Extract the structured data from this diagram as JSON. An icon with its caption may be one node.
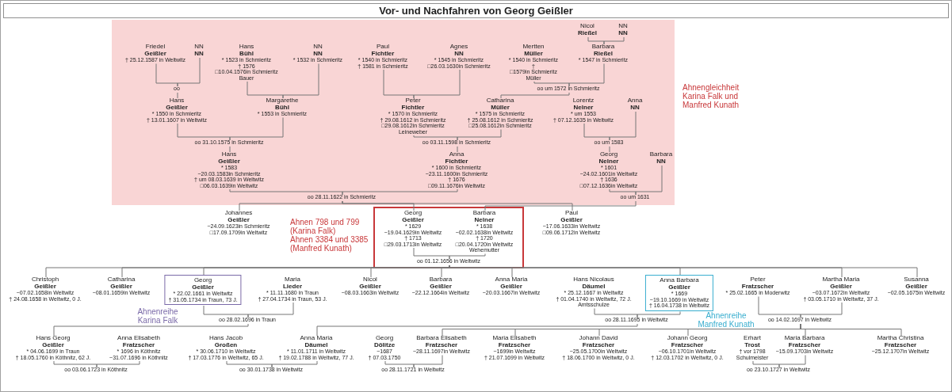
{
  "diagram": {
    "title": "Vor- und Nachfahren von Georg Geißler",
    "nodes": [
      {
        "text": [
          "Ahnengleichheit Karina Falk und Manfred Kunath"
        ]
      },
      {
        "text": [
          "Nicol",
          "Rießel"
        ],
        "in": 0
      },
      {
        "text": [
          "NN",
          "NN"
        ],
        "in": 0
      },
      {
        "text": [
          "Friedel",
          "Geißler",
          "† 25.12.1587 in Weltwitz"
        ],
        "in": 0
      },
      {
        "text": [
          "NN",
          "NN"
        ],
        "in": 0
      },
      {
        "text": [
          "Hans",
          "Bühl",
          "* 1523 in Schmieritz",
          "† 1576",
          "□10.04.1576in Schmieritz",
          "Bauer"
        ],
        "in": 0
      },
      {
        "text": [
          "NN",
          "NN",
          "* 1532 in Schmieritz"
        ],
        "in": 0
      },
      {
        "text": [
          "Paul",
          "Fichtler",
          "* 1540 in Schmieritz",
          "† 1581 in Schmieritz"
        ],
        "in": 0
      },
      {
        "text": [
          "Agnes",
          "NN",
          "* 1545 in Schmieritz",
          "□26.03.1630in Schmieritz"
        ],
        "in": 0
      },
      {
        "text": [
          "Mertten",
          "Müller",
          "* 1540 in Schmieritz",
          "†",
          "□1579in Schmieritz",
          "Müller"
        ],
        "in": 0
      },
      {
        "text": [
          "Barbara",
          "Rießel",
          "* 1547 in Schmieritz"
        ],
        "in": 0
      },
      {
        "text": [
          "oo"
        ],
        "in": 0
      },
      {
        "text": [
          "Hans",
          "Geißler",
          "* 1550 in Schmieritz",
          "† 13.01.1607 in Weltwitz"
        ],
        "in": 0
      },
      {
        "text": [
          "Margarethe",
          "Bühl",
          "* 1553 in Schmieritz"
        ],
        "in": 0
      },
      {
        "text": [
          "Peter",
          "Fichtler",
          "* 1570 in Schmieritz",
          "† 29.08.1612 in Schmieritz",
          "□29.08.1612in Schmieritz",
          "Leineweber"
        ],
        "in": 0
      },
      {
        "text": [
          "oo um 1572 in Schmieritz"
        ],
        "in": 0
      },
      {
        "text": [
          "Catharina",
          "Müller",
          "* 1575 in Schmieritz",
          "† 25.08.1612 in Schmieritz",
          "□25.08.1612in Schmieritz"
        ],
        "in": 0
      },
      {
        "text": [
          "Lorentz",
          "Nelner",
          "* um 1553",
          "† 07.12.1635 in Weltwitz"
        ],
        "in": 0
      },
      {
        "text": [
          "Anna",
          "NN"
        ],
        "in": 0
      },
      {
        "text": [
          "oo 31.10.1575 in Schmieritz"
        ],
        "in": 0
      },
      {
        "text": [
          "oo 03.11.1598 in Schmieritz"
        ],
        "in": 0
      },
      {
        "text": [
          "oo um 1583"
        ],
        "in": 0
      },
      {
        "text": [
          "Hans",
          "Geißler",
          "* 1583",
          "~20.03.1583in Schmieritz",
          "† um 08.03.1639 in Weltwitz",
          "□06.03.1639in Weltwitz"
        ],
        "in": 0
      },
      {
        "text": [
          "Anna",
          "Fichtler",
          "* 1600 in Schmieritz",
          "~23.11.1600in Schmieritz",
          "† 1676",
          "□09.11.1676in Weltwitz"
        ],
        "in": 0
      },
      {
        "text": [
          "Georg",
          "Nelner",
          "* 1601",
          "~24.02.1601in Weltwitz",
          "† 1636",
          "□07.12.1636in Weltwitz"
        ],
        "in": 0
      },
      {
        "text": [
          "Barbara",
          "NN"
        ],
        "in": 0
      },
      {
        "text": [
          "oo 28.11.1622 in Schmieritz"
        ],
        "in": 0
      },
      {
        "text": [
          "oo um 1631"
        ],
        "in": 0
      },
      {
        "text": [
          "Johannes",
          "Geißler",
          "~24.09.1623in Schmieritz",
          "□17.09.1709in Weltwitz"
        ]
      },
      {
        "text": [
          "Ahnen 798 und 799 (Karina Falk)",
          "Ahnen 3384 und 3385 (Manfred Kunath)"
        ]
      },
      {
        "text": [
          "Georg",
          "Geißler",
          "* 1629",
          "~19.04.1629in Weltwitz",
          "† 1713",
          "□29.03.1713in Weltwitz"
        ],
        "in": 29
      },
      {
        "text": [
          "Barbara",
          "Nelner",
          "* 1638",
          "~02.02.1638in Weltwitz",
          "† 1720",
          "□20.04.1720in Weltwitz",
          "Wehemutter"
        ],
        "in": 29
      },
      {
        "text": [
          "oo 01.12.1656 in Weltwitz"
        ],
        "in": 29
      },
      {
        "text": [
          "Paul",
          "Geißler",
          "~17.06.1633in Weltwitz",
          "□09.06.1712in Weltwitz"
        ]
      },
      {
        "text": [
          "Christoph",
          "Geißler",
          "~07.02.1658in Weltwitz",
          "† 24.08.1658 in Weltwitz, 0 J."
        ]
      },
      {
        "text": [
          "Catharina",
          "Geißler",
          "~08.01.1659in Weltwitz"
        ]
      },
      {
        "text": [
          "Georg",
          "Geißler",
          "* 22.02.1661 in Weltwitz",
          "† 31.05.1734 in Traun, 73 J."
        ],
        "beside": [
          "Ahnenreihe Karina Falk"
        ]
      },
      {
        "text": [
          "Maria",
          "Lieder",
          "* 11.11.1680 in Traun",
          "† 27.04.1734 in Traun, 53 J."
        ]
      },
      {
        "text": [
          "Nicol",
          "Geißler",
          "~08.03.1663in Weltwitz"
        ]
      },
      {
        "text": [
          "Barbara",
          "Geißler",
          "~22.12.1664in Weltwitz"
        ]
      },
      {
        "text": [
          "Anna Maria",
          "Geißler",
          "~20.03.1667in Weltwitz"
        ]
      },
      {
        "text": [
          "Hans Nicolaus",
          "Däumel",
          "* 25.12.1667 in Weltwitz",
          "† 01.04.1740 in Weltwitz, 72 J.",
          "Amtsschulze"
        ]
      },
      {
        "text": [
          "Anna Barbara",
          "Geißler",
          "* 1669",
          "~19.10.1669 in Weltwitz",
          "† 16.04.1738 in Weltwitz"
        ],
        "beside": [
          "Ahnenreihe Manfred Kunath"
        ]
      },
      {
        "text": [
          "Peter",
          "Fratzscher",
          "* 25.02.1665 in Moderwitz"
        ]
      },
      {
        "text": [
          "Martha Maria",
          "Geißler",
          "~03.07.1672in Weltwitz",
          "† 03.05.1710 in Weltwitz, 37 J."
        ]
      },
      {
        "text": [
          "Susanna",
          "Geißler",
          "~02.05.1675in Weltwitz"
        ]
      },
      {
        "text": [
          "oo 28.02.1696 in Traun"
        ]
      },
      {
        "text": [
          "oo 28.11.1695 in Weltwitz"
        ]
      },
      {
        "text": [
          "oo 14.02.1697 in Weltwitz"
        ]
      },
      {
        "text": [
          "Hans Georg",
          "Geißler",
          "* 04.06.1699 in Traun",
          "† 18.05.1760 in Köthnitz, 62 J."
        ]
      },
      {
        "text": [
          "Anna Elisabeth",
          "Fratzscher",
          "* 1696 in Köthnitz",
          "~31.07.1696 in Köthnitz"
        ]
      },
      {
        "text": [
          "Hans Jacob",
          "Großen",
          "* 30.06.1710 in Weltwitz",
          "† 17.03.1776 in Weltwitz, 65 J."
        ]
      },
      {
        "text": [
          "Anna Maria",
          "Däumel",
          "* 11.01.1711 in Weltwitz",
          "† 19.02.1788 in Weltwitz, 77 J."
        ]
      },
      {
        "text": [
          "Georg",
          "Dölitze",
          "~1687",
          "† 07.03.1750"
        ]
      },
      {
        "text": [
          "Barbara Elisabeth",
          "Fratzscher",
          "~28.11.1697in Weltwitz"
        ]
      },
      {
        "text": [
          "Maria Elisabeth",
          "Fratzscher",
          "~1699in Weltwitz",
          "† 21.07.1699 in Weltwitz"
        ]
      },
      {
        "text": [
          "Johann David",
          "Fratzscher",
          "~25.05.1700in Weltwitz",
          "† 18.06.1700 in Weltwitz, 0 J."
        ]
      },
      {
        "text": [
          "Johann Georg",
          "Fratzscher",
          "~06.10.1701in Weltwitz",
          "† 12.03.1702 in Weltwitz, 0 J."
        ]
      },
      {
        "text": [
          "Erhart",
          "Trost",
          "† vor 1798",
          "Schulmeister"
        ]
      },
      {
        "text": [
          "Maria Barbara",
          "Fratzscher",
          "~15.09.1703in Weltwitz"
        ]
      },
      {
        "text": [
          "Martha Christina",
          "Fratzscher",
          "~25.12.1707in Weltwitz"
        ]
      },
      {
        "text": [
          "oo 03.06.1723 in Köthnitz"
        ]
      },
      {
        "text": [
          "oo 30.01.1738 in Weltwitz"
        ]
      },
      {
        "text": [
          "oo 28.11.1721 in Weltwitz"
        ]
      },
      {
        "text": [
          "oo 23.10.1727 in Weltwitz"
        ]
      }
    ],
    "edges": [
      {
        "from": 1,
        "to": 10,
        "arrow": "none"
      },
      {
        "from": 2,
        "to": 10,
        "arrow": "none"
      },
      {
        "from": 3,
        "to": 11,
        "arrow": "none"
      },
      {
        "from": 4,
        "to": 11,
        "arrow": "none"
      },
      {
        "from": 11,
        "to": 12,
        "arrow": "none"
      },
      {
        "from": 5,
        "to": 13,
        "arrow": "none"
      },
      {
        "from": 6,
        "to": 13,
        "arrow": "none"
      },
      {
        "from": 7,
        "to": 14,
        "arrow": "none"
      },
      {
        "from": 8,
        "to": 14,
        "arrow": "none"
      },
      {
        "from": 9,
        "to": 15,
        "arrow": "none"
      },
      {
        "from": 10,
        "to": 15,
        "arrow": "none"
      },
      {
        "from": 15,
        "to": 16,
        "arrow": "none"
      },
      {
        "from": 17,
        "to": 21,
        "arrow": "none"
      },
      {
        "from": 18,
        "to": 21,
        "arrow": "none"
      },
      {
        "from": 21,
        "to": 24,
        "arrow": "none"
      },
      {
        "from": 12,
        "to": 19,
        "arrow": "none"
      },
      {
        "from": 13,
        "to": 19,
        "arrow": "none"
      },
      {
        "from": 19,
        "to": 22,
        "arrow": "none"
      },
      {
        "from": 14,
        "to": 20,
        "arrow": "none"
      },
      {
        "from": 16,
        "to": 20,
        "arrow": "none"
      },
      {
        "from": 20,
        "to": 23,
        "arrow": "none"
      },
      {
        "from": 22,
        "to": 26,
        "arrow": "none"
      },
      {
        "from": 23,
        "to": 26,
        "arrow": "none"
      },
      {
        "from": 26,
        "to": 28,
        "arrow": "none"
      },
      {
        "from": 26,
        "to": 30,
        "arrow": "none"
      },
      {
        "from": 26,
        "to": 33,
        "arrow": "none"
      },
      {
        "from": 24,
        "to": 27,
        "arrow": "none"
      },
      {
        "from": 25,
        "to": 27,
        "arrow": "none"
      },
      {
        "from": 27,
        "to": 31,
        "arrow": "none"
      },
      {
        "from": 30,
        "to": 32,
        "arrow": "none"
      },
      {
        "from": 31,
        "to": 32,
        "arrow": "none"
      },
      {
        "from": 32,
        "to": 34,
        "arrow": "none"
      },
      {
        "from": 32,
        "to": 35,
        "arrow": "none"
      },
      {
        "from": 32,
        "to": 36,
        "arrow": "none"
      },
      {
        "from": 32,
        "to": 38,
        "arrow": "none"
      },
      {
        "from": 32,
        "to": 39,
        "arrow": "none"
      },
      {
        "from": 32,
        "to": 40,
        "arrow": "none"
      },
      {
        "from": 32,
        "to": 42,
        "arrow": "none"
      },
      {
        "from": 32,
        "to": 44,
        "arrow": "none"
      },
      {
        "from": 32,
        "to": 45,
        "arrow": "none"
      },
      {
        "from": 36,
        "to": 46,
        "arrow": "none"
      },
      {
        "from": 37,
        "to": 46,
        "arrow": "none"
      },
      {
        "from": 46,
        "to": 49,
        "arrow": "none"
      },
      {
        "from": 41,
        "to": 47,
        "arrow": "none"
      },
      {
        "from": 42,
        "to": 47,
        "arrow": "none"
      },
      {
        "from": 47,
        "to": 52,
        "arrow": "none"
      },
      {
        "from": 43,
        "to": 48,
        "arrow": "none"
      },
      {
        "from": 44,
        "to": 48,
        "arrow": "none"
      },
      {
        "from": 48,
        "to": 54,
        "arrow": "none"
      },
      {
        "from": 48,
        "to": 55,
        "arrow": "none"
      },
      {
        "from": 48,
        "to": 56,
        "arrow": "none"
      },
      {
        "from": 48,
        "to": 57,
        "arrow": "none"
      },
      {
        "from": 48,
        "to": 59,
        "arrow": "none"
      },
      {
        "from": 48,
        "to": 60,
        "arrow": "none"
      },
      {
        "from": 49,
        "to": 61,
        "arrow": "none"
      },
      {
        "from": 50,
        "to": 61,
        "arrow": "none"
      },
      {
        "from": 51,
        "to": 62,
        "arrow": "none"
      },
      {
        "from": 52,
        "to": 62,
        "arrow": "none"
      },
      {
        "from": 53,
        "to": 63,
        "arrow": "none"
      },
      {
        "from": 54,
        "to": 63,
        "arrow": "none"
      },
      {
        "from": 58,
        "to": 64,
        "arrow": "none"
      },
      {
        "from": 59,
        "to": 64,
        "arrow": "none"
      }
    ]
  }
}
